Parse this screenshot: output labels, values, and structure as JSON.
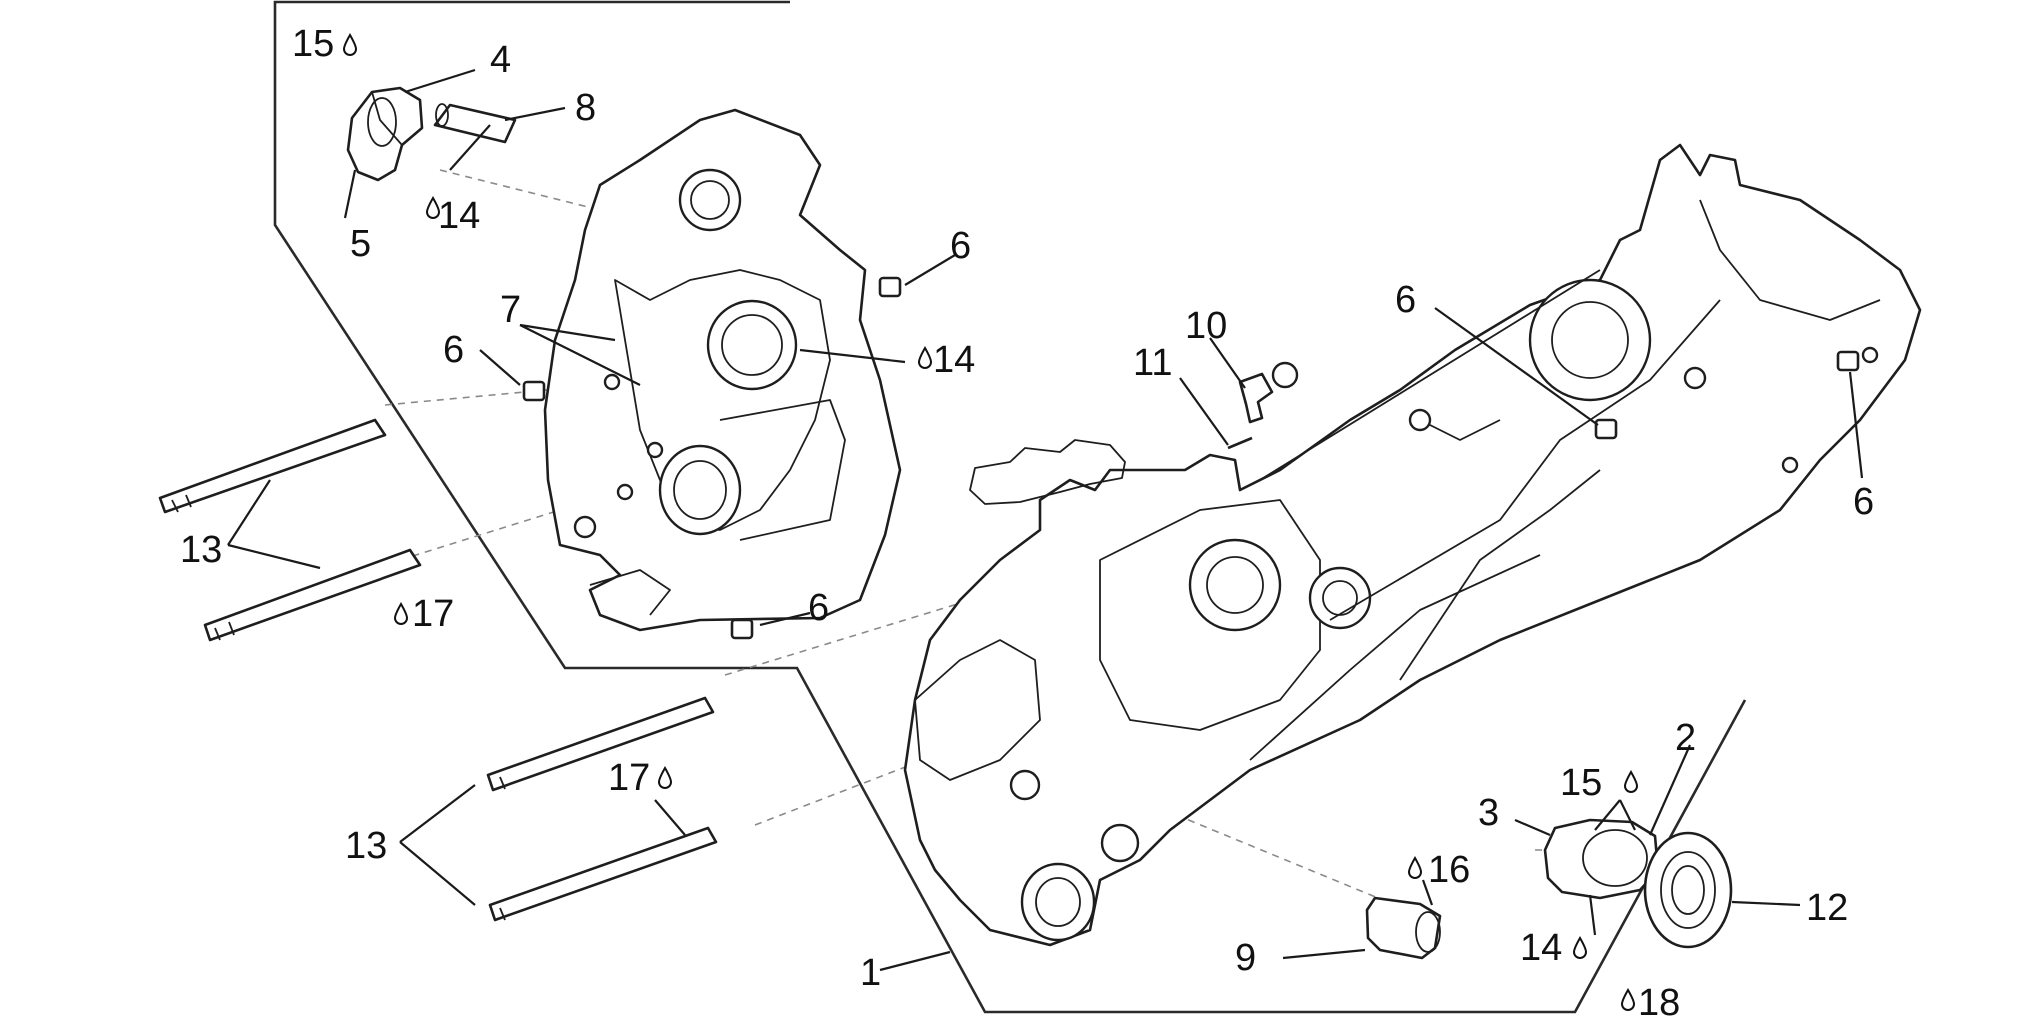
{
  "diagram": {
    "callouts": {
      "c1": "1",
      "c2": "2",
      "c3": "3",
      "c4": "4",
      "c5": "5",
      "c6a": "6",
      "c6b": "6",
      "c6c": "6",
      "c6d": "6",
      "c6e": "6",
      "c7": "7",
      "c8": "8",
      "c9": "9",
      "c10": "10",
      "c11": "11",
      "c12": "12",
      "c13a": "13",
      "c13b": "13",
      "c14a": "14",
      "c14b": "14",
      "c14c": "14",
      "c15a": "15",
      "c15b": "15",
      "c16": "16",
      "c17a": "17",
      "c17b": "17",
      "c18": "18"
    }
  }
}
